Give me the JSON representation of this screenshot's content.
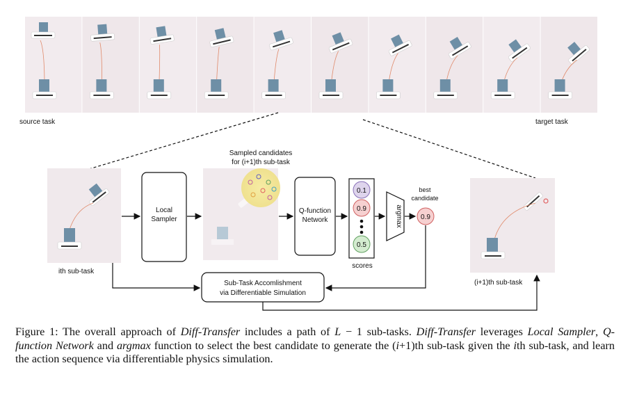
{
  "top_strip": {
    "source_label": "source task",
    "target_label": "target task",
    "frame_count": 10
  },
  "pipeline": {
    "ith_label": "ith sub-task",
    "local_sampler": "Local Sampler",
    "sampled_title_1": "Sampled candidates",
    "sampled_title_2": "for (i+1)th sub-task",
    "qnet": "Q-function Network",
    "scores_label": "scores",
    "scores": [
      "0.1",
      "0.9",
      "0.5"
    ],
    "argmax": "argmax",
    "best_label_1": "best",
    "best_label_2": "candidate",
    "best_value": "0.9",
    "sim_line_1": "Sub-Task Accomlishment",
    "sim_line_2": "via Differentiable Simulation",
    "next_label": "(i+1)th sub-task"
  },
  "caption": {
    "c1": "Figure 1: The overall approach of ",
    "c2": "Diff-Transfer",
    "c3": " includes a path of ",
    "c4": "L",
    "c5": " − 1 sub-tasks. ",
    "c6": "Diff-Transfer",
    "c7": " leverages ",
    "c8": "Local Sampler",
    "c9": ", ",
    "c10": "Q-function Network",
    "c11": " and ",
    "c12": "argmax",
    "c13": " function to select the best candidate to generate the (",
    "c14": "i",
    "c15": "+1)th sub-task given the ",
    "c16": "i",
    "c17": "th sub-task, and learn the action sequence via differentiable physics simulation."
  }
}
